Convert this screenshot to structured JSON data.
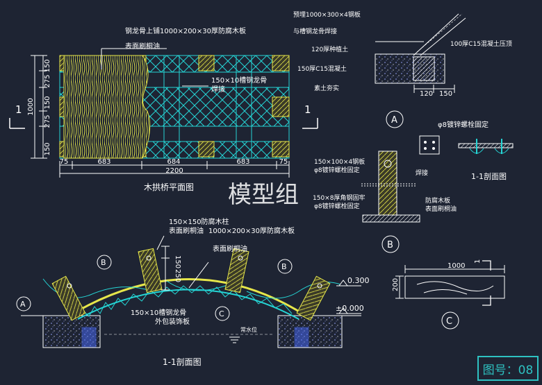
{
  "plan": {
    "title": "木拱桥平面图",
    "note_deck": "钢龙骨上铺1000×200×30厚防腐木板",
    "note_deck_2": "表面刷桐油",
    "note_channel": "150×10槽钢龙骨",
    "note_channel_2": "焊接",
    "section_mark": "1",
    "dims_h": [
      "75",
      "683",
      "684",
      "683",
      "75"
    ],
    "dim_total": "2200",
    "dims_v": [
      "150",
      "275",
      "150",
      "275",
      "150"
    ],
    "dim_v_total": "1000"
  },
  "detail_a": {
    "note_1": "预埋1000×300×4钢板",
    "note_2": "与槽钢龙骨焊接",
    "note_3": "120厚种植土",
    "note_4": "150厚C15混凝土",
    "note_5": "素土夯实",
    "note_6": "100厚C15混凝土压顶",
    "dim_1": "120",
    "dim_2": "150",
    "mark": "A"
  },
  "detail_b": {
    "note_1": "150×100×4钢板",
    "note_2": "φ8镀锌螺栓固定",
    "note_3": "焊接",
    "note_4": "150×8厚角钢固牢",
    "note_5": "φ8镀锌螺栓固定",
    "note_6": "防腐木板",
    "note_7": "表面刷桐油",
    "note_bolt": "φ8镀锌螺栓固定",
    "section_title": "1-1剖面图",
    "mark": "B"
  },
  "section": {
    "title": "1-1剖面图",
    "note_post": "150×150防腐木柱",
    "note_post_2": "表面刷桐油",
    "note_board": "1000×200×30厚防腐木板",
    "note_board_2": "表面刷桐油",
    "note_channel": "150×10槽钢龙骨",
    "note_channel_2": "外包装饰板",
    "water": "常水位",
    "elev_1": "0.300",
    "elev_2": "±0.000",
    "dim_150": "150",
    "dim_250": "250",
    "mark_a": "A",
    "mark_b": "B",
    "mark_c": "C"
  },
  "detail_c": {
    "dim_w": "1000",
    "dim_h": "200",
    "mark": "C",
    "section_mark": "1"
  },
  "watermark": "模型组",
  "figure_label": "图号：08"
}
